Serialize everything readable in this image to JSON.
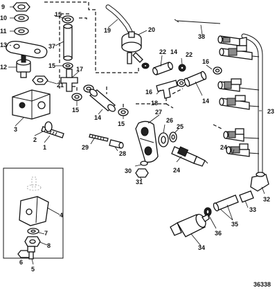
{
  "figure_number": "36338",
  "callouts": {
    "c1": "1",
    "c2": "2",
    "c3": "3",
    "c4": "4",
    "c5": "5",
    "c6": "6",
    "c7": "7",
    "c8": "8",
    "c9": "9",
    "c10": "10",
    "c11": "11",
    "c12": "12",
    "c13": "13",
    "c14a": "14",
    "c14b": "14",
    "c14c": "14",
    "c15a": "15",
    "c15b": "15",
    "c15c": "15",
    "c15d": "15",
    "c16a": "16",
    "c16b": "16",
    "c17": "17",
    "c18": "18",
    "c19": "19",
    "c20": "20",
    "c21": "21",
    "c22a": "22",
    "c22b": "22",
    "c23": "23",
    "c24a": "24",
    "c24b": "24",
    "c25": "25",
    "c26": "26",
    "c27": "27",
    "c28": "28",
    "c29": "29",
    "c30": "30",
    "c31": "31",
    "c32": "32",
    "c33": "33",
    "c34": "34",
    "c35": "35",
    "c36": "36",
    "c37": "37",
    "c38": "38"
  }
}
